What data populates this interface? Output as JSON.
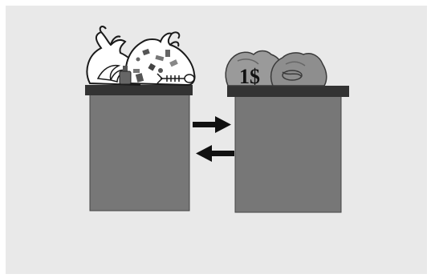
{
  "scene": {
    "left_bin": {
      "contents": "garbage-bags"
    },
    "right_bin": {
      "contents": "money-bags",
      "label": "1$"
    },
    "arrows": [
      {
        "direction": "right"
      },
      {
        "direction": "left"
      }
    ]
  },
  "colors": {
    "panel": "#e9e9e9",
    "bin_body": "#777777",
    "bin_lid": "#333333",
    "arrow": "#111111",
    "trash_bag": "#ffffff",
    "money_bag": "#9a9a9a"
  }
}
